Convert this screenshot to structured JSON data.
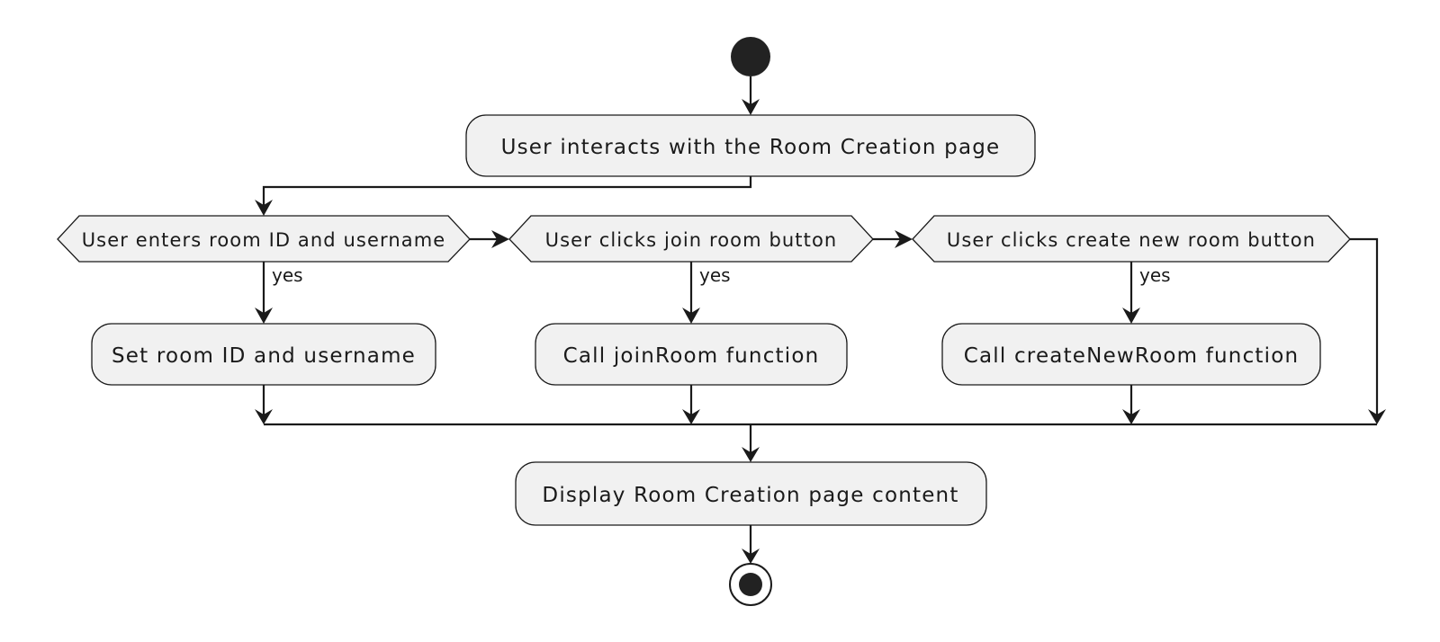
{
  "nodes": {
    "interact": "User interacts with the Room Creation page",
    "set_room": "Set room ID and username",
    "join_fn": "Call joinRoom function",
    "create_fn": "Call createNewRoom function",
    "display": "Display Room Creation page content"
  },
  "decisions": {
    "enter": "User enters room ID and username",
    "join": "User clicks join room button",
    "create": "User clicks create new room button"
  },
  "branch_labels": {
    "enter_yes": "yes",
    "join_yes": "yes",
    "create_yes": "yes"
  }
}
